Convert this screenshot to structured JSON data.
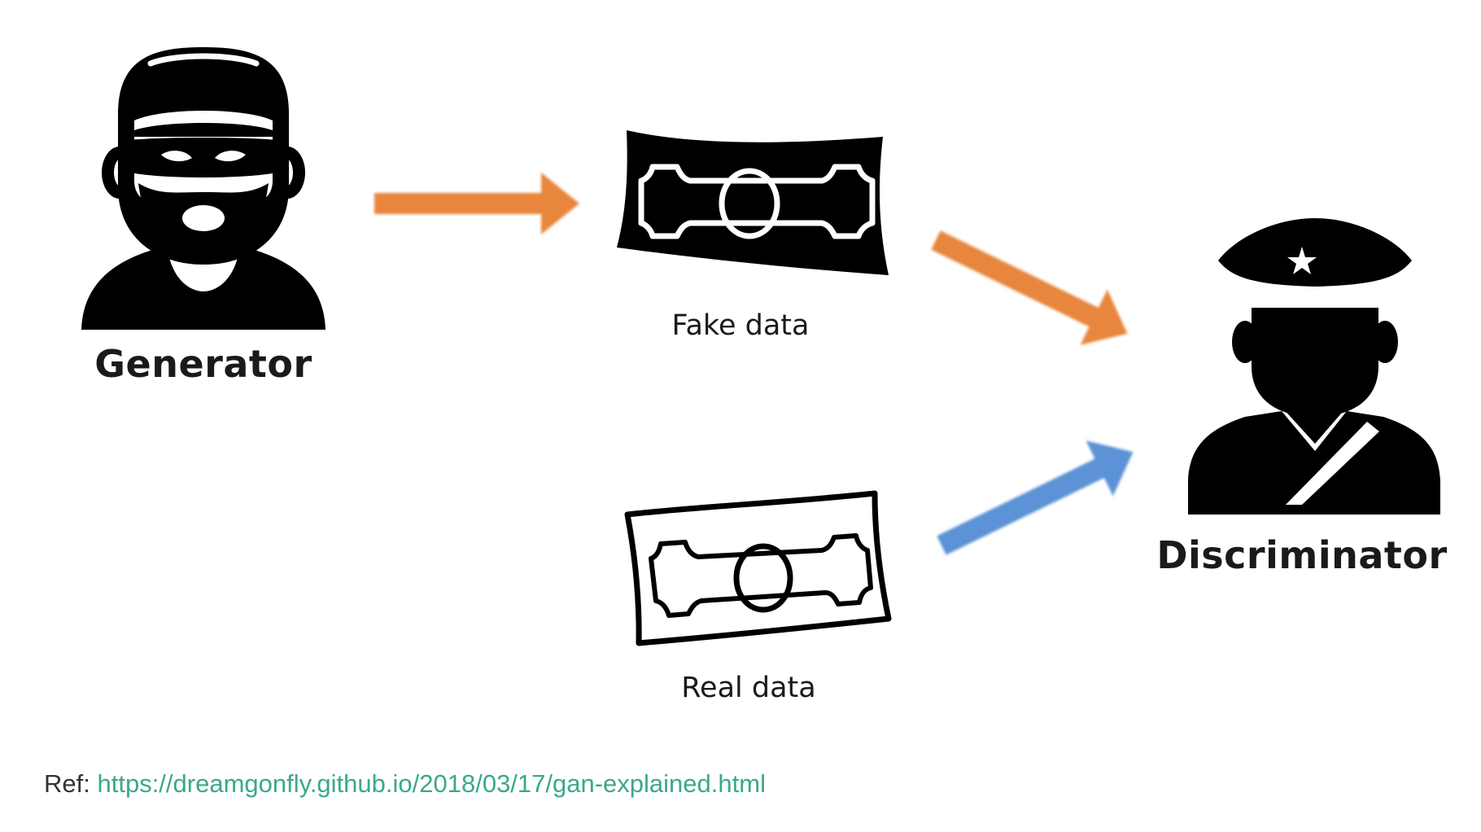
{
  "nodes": {
    "generator": {
      "label": "Generator",
      "icon": "robber-icon"
    },
    "fake_data": {
      "label": "Fake data",
      "icon": "fake-banknote-icon"
    },
    "real_data": {
      "label": "Real data",
      "icon": "real-banknote-icon"
    },
    "discriminator": {
      "label": "Discriminator",
      "icon": "police-officer-icon"
    }
  },
  "edges": [
    {
      "from": "generator",
      "to": "fake_data",
      "color": "#E8863E"
    },
    {
      "from": "fake_data",
      "to": "discriminator",
      "color": "#E8863E"
    },
    {
      "from": "real_data",
      "to": "discriminator",
      "color": "#5B93D6"
    }
  ],
  "reference": {
    "prefix": "Ref:",
    "url_text": "https://dreamgonfly.github.io/2018/03/17/gan-explained.html"
  },
  "colors": {
    "fake_arrow": "#E8863E",
    "real_arrow": "#5B93D6",
    "icon": "#000000",
    "link": "#3aa88d"
  }
}
